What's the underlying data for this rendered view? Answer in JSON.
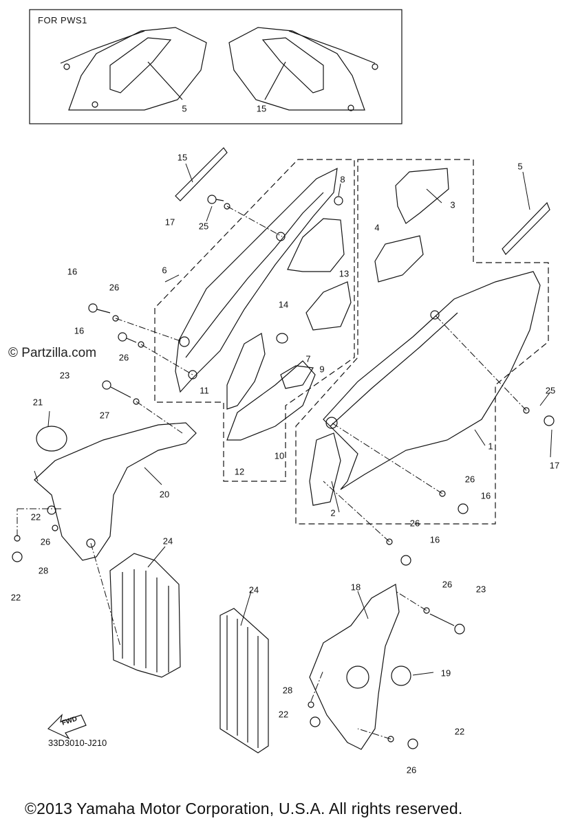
{
  "inset": {
    "label": "FOR PWS1",
    "callouts": [
      "5",
      "15"
    ]
  },
  "watermark": "© Partzilla.com",
  "diagram_code": "33D3010-J210",
  "fwd_arrow_label": "FWD",
  "copyright": "©2013 Yamaha Motor Corporation, U.S.A. All rights reserved.",
  "callouts": [
    "15",
    "8",
    "17",
    "25",
    "6",
    "3",
    "5",
    "4",
    "13",
    "16",
    "26",
    "14",
    "7",
    "16",
    "26",
    "9",
    "23",
    "11",
    "21",
    "27",
    "25",
    "12",
    "10",
    "1",
    "17",
    "20",
    "26",
    "16",
    "22",
    "2",
    "26",
    "26",
    "16",
    "28",
    "24",
    "22",
    "18",
    "26",
    "23",
    "24",
    "19",
    "28",
    "22",
    "22",
    "26"
  ]
}
